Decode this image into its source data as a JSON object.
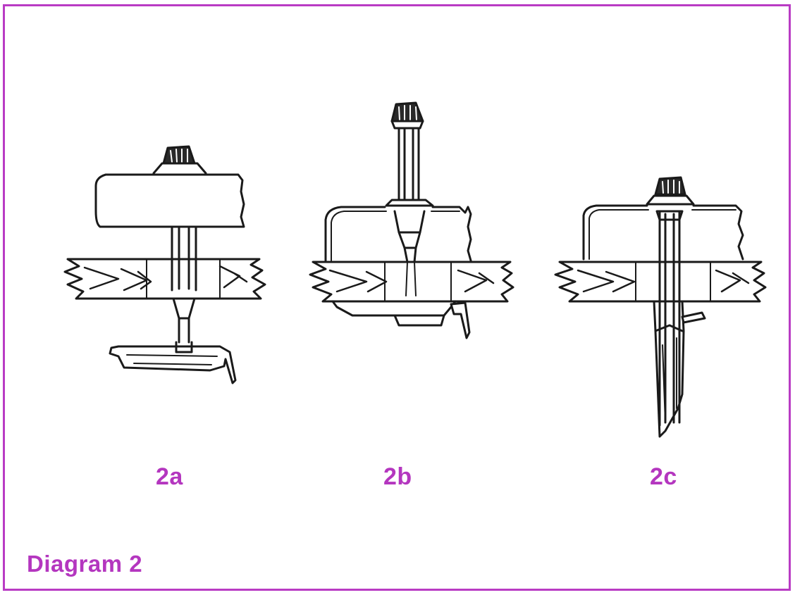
{
  "figure": {
    "caption": "Diagram 2",
    "panels": [
      {
        "label": "2a"
      },
      {
        "label": "2b"
      },
      {
        "label": "2c"
      }
    ],
    "colors": {
      "accent": "#b93bc4",
      "label": "#b436bf",
      "ink": "#1a1a1a",
      "paper": "#ffffff"
    }
  }
}
